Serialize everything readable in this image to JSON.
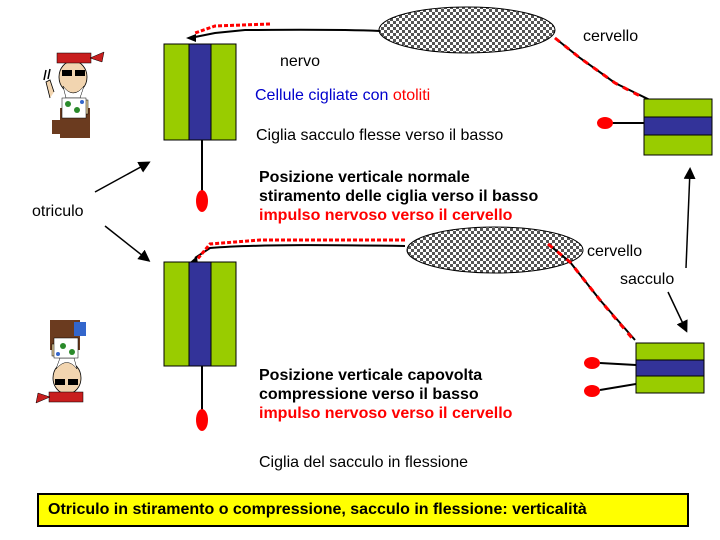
{
  "labels": {
    "cervello_top": "cervello",
    "nervo": "nervo",
    "cellule_prefix": "Cellule cigliate con ",
    "cellule_otoliti": "otoliti",
    "ciglia_sacculo": "Ciglia sacculo flesse verso il basso",
    "otriculo": "otriculo",
    "pos_normale_1": "Posizione verticale normale",
    "pos_normale_2": "stiramento delle ciglia verso il basso",
    "pos_normale_3": "impulso nervoso verso il cervello",
    "cervello_mid": "cervello",
    "sacculo": "sacculo",
    "pos_capovolta_1": "Posizione verticale capovolta",
    "pos_capovolta_2": "compressione verso il basso",
    "pos_capovolta_3": "impulso nervoso verso il cervello",
    "ciglia_flessione": "Ciglia del sacculo in flessione"
  },
  "footer": "Otriculo in stiramento o compressione, sacculo in flessione: verticalità",
  "colors": {
    "cell_green": "#99cc00",
    "cell_blue": "#333399",
    "signal_red": "#ff0000",
    "footer_bg": "#ffff00",
    "text_red": "#ff0000"
  }
}
